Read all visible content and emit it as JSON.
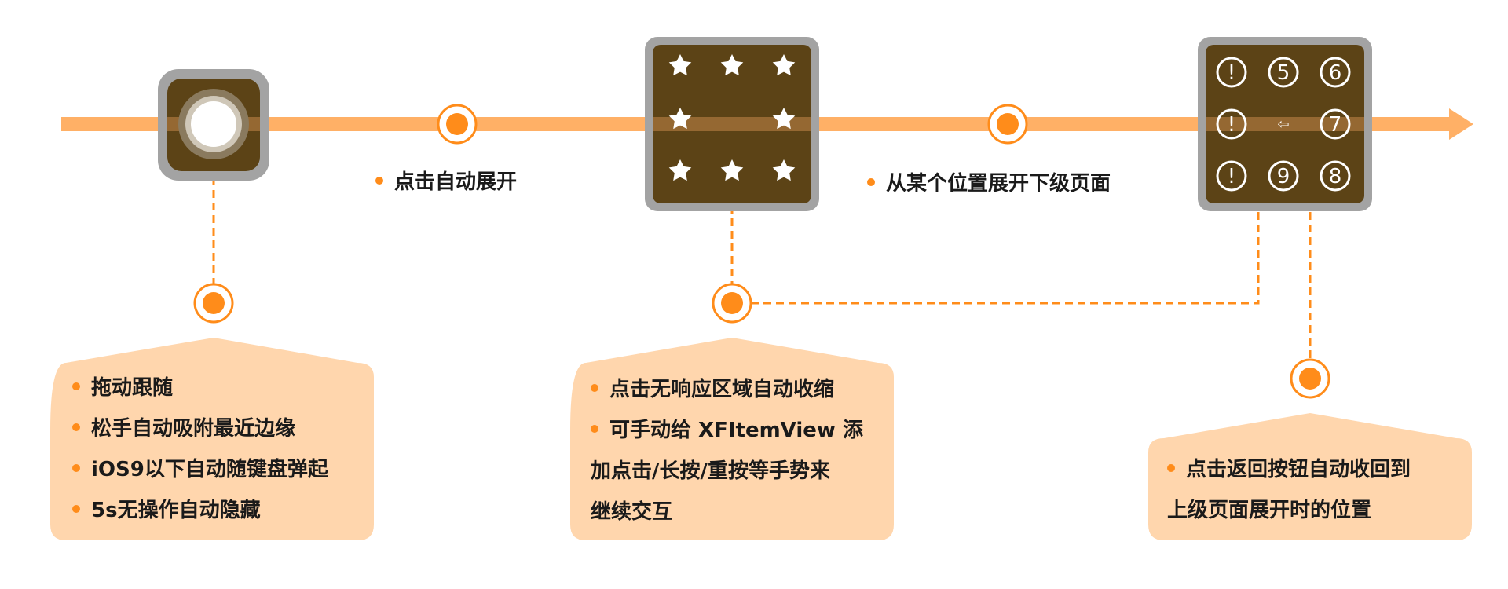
{
  "colors": {
    "accent": "#ff8c1a",
    "arrow": "#ffb066",
    "card_bg": "#ffd6ad",
    "widget_frame": "#a3a3a3",
    "widget_fill": "#5c4316"
  },
  "steps": [
    {
      "label": "点击自动展开"
    },
    {
      "label": "从某个位置展开下级页面"
    }
  ],
  "widgets": {
    "expanded_menu": {
      "item_icon": "star-icon"
    },
    "sub_page": {
      "items": [
        "!",
        "5",
        "6",
        "!",
        "⇦",
        "7",
        "!",
        "9",
        "8"
      ]
    }
  },
  "cards": {
    "floating_button": {
      "lines": [
        "拖动跟随",
        "松手自动吸附最近边缘",
        "iOS9以下自动随键盘弹起",
        "5s无操作自动隐藏"
      ]
    },
    "expanded_menu": {
      "lines": [
        "点击无响应区域自动收缩",
        "可手动给 XFItemView 添",
        "加点击/长按/重按等手势来",
        "继续交互"
      ]
    },
    "sub_page": {
      "lines": [
        "点击返回按钮自动收回到",
        "上级页面展开时的位置"
      ]
    }
  }
}
